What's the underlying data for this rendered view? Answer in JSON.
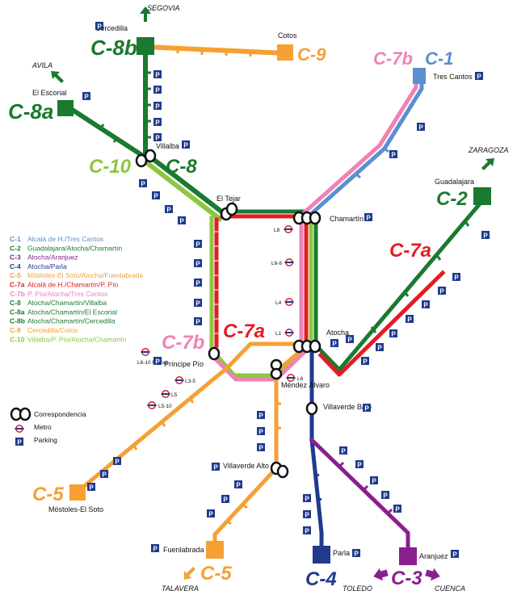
{
  "colors": {
    "C-1": "#5b8fd0",
    "C-2": "#1a7a30",
    "C-3": "#8a1f8e",
    "C-4": "#1f3a8e",
    "C-5": "#f5a033",
    "C-7a": "#e31c23",
    "C-7b": "#ee82b8",
    "C-8": "#1a7a30",
    "C-9": "#f5a033",
    "C-10": "#8dc63f",
    "parking": "#1f3a8e",
    "metro": "#d21f26"
  },
  "directions": [
    "SEGOVIA",
    "AVILA",
    "ZARAGOZA",
    "TALAVERA",
    "TOLEDO",
    "CUENCA"
  ],
  "line_codes": [
    "C-8b",
    "C-9",
    "C-8a",
    "C-7b",
    "C-1",
    "C-10",
    "C-8",
    "C-2",
    "C-7a",
    "C-7a",
    "C-7b",
    "C-5",
    "C-5",
    "C-4",
    "C-3"
  ],
  "stations": [
    "Cercedilla",
    "Cotos",
    "El Escorial",
    "Tres Cantos",
    "Villalba",
    "Guadalajara",
    "El Tejar",
    "Chamartín",
    "Atocha",
    "Príncipe Pío",
    "Méndez Álvaro",
    "Villaverde Bajo",
    "Villaverde Alto",
    "Móstoles-El Soto",
    "Fuenlabrada",
    "Parla",
    "Aranjuez"
  ],
  "metro_labels": [
    "L8",
    "L6-8",
    "L4",
    "L1",
    "L6-10 Ramal",
    "L3-5",
    "L5",
    "L5-10",
    "L6"
  ],
  "legend_routes": [
    {
      "code": "C-1",
      "desc": "Alcalá de H./Tres Cantos",
      "color": "#5b8fd0"
    },
    {
      "code": "C-2",
      "desc": "Guadalajara/Atocha/Chamartín",
      "color": "#1a7a30"
    },
    {
      "code": "C-3",
      "desc": "Atocha/Aranjuez",
      "color": "#8a1f8e"
    },
    {
      "code": "C-4",
      "desc": "Atocha/Parla",
      "color": "#1f3a8e"
    },
    {
      "code": "C-5",
      "desc": "Móstoles-El Soto/Atocha/Fuenlabrada",
      "color": "#f5a033"
    },
    {
      "code": "C-7a",
      "desc": "Alcalá de H./Chamartín/P. Pío",
      "color": "#e31c23"
    },
    {
      "code": "C-7b",
      "desc": "P. Pío/Atocha/Tres Cantos",
      "color": "#ee82b8"
    },
    {
      "code": "C-8",
      "desc": "Atocha/Chamartín/Villalba",
      "color": "#1a7a30"
    },
    {
      "code": "C-8a",
      "desc": "Atocha/Chamartín/El Escorial",
      "color": "#1a7a30"
    },
    {
      "code": "C-8b",
      "desc": "Atocha/Chamartín/Cercedilla",
      "color": "#1a7a30"
    },
    {
      "code": "C-9",
      "desc": "Cercedilla/Cotos",
      "color": "#f5a033"
    },
    {
      "code": "C-10",
      "desc": "Villalba/P. Pío/Atocha/Chamartín",
      "color": "#8dc63f"
    }
  ],
  "legend_symbols": [
    "Correspondencia",
    "Metro",
    "Parking"
  ],
  "parking_glyph": "P"
}
